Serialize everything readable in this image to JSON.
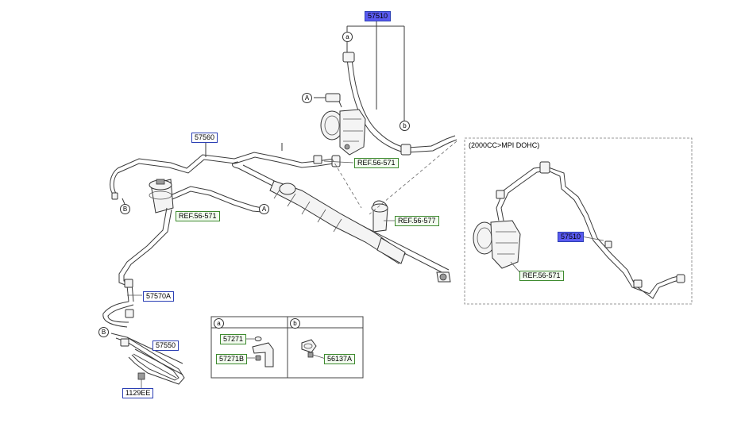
{
  "labels": {
    "hose_57510_top": "57510",
    "hose_57560": "57560",
    "hose_57570A": "57570A",
    "hose_57550": "57550",
    "bolt_1129EE": "1129EE",
    "hose_57510_inset": "57510",
    "ref_pump_main": "REF.56-571",
    "ref_reservoir": "REF.56-571",
    "ref_gear": "REF.56-577",
    "ref_pump_inset": "REF.56-571",
    "inset_title": "(2000CC>MPI DOHC)",
    "part_57271": "57271",
    "part_57271B": "57271B",
    "part_56137A": "56137A"
  },
  "callouts": {
    "a_top": "a",
    "b_top": "b",
    "A_pump": "A",
    "A_reservoir": "A",
    "B_left": "B",
    "B_lower": "B",
    "a_table": "a",
    "b_table": "b"
  },
  "colors": {
    "label_border_blue": "#2b3fb4",
    "label_fill_highlight": "#5a5af0",
    "ref_border_green": "#3d8a2e"
  }
}
